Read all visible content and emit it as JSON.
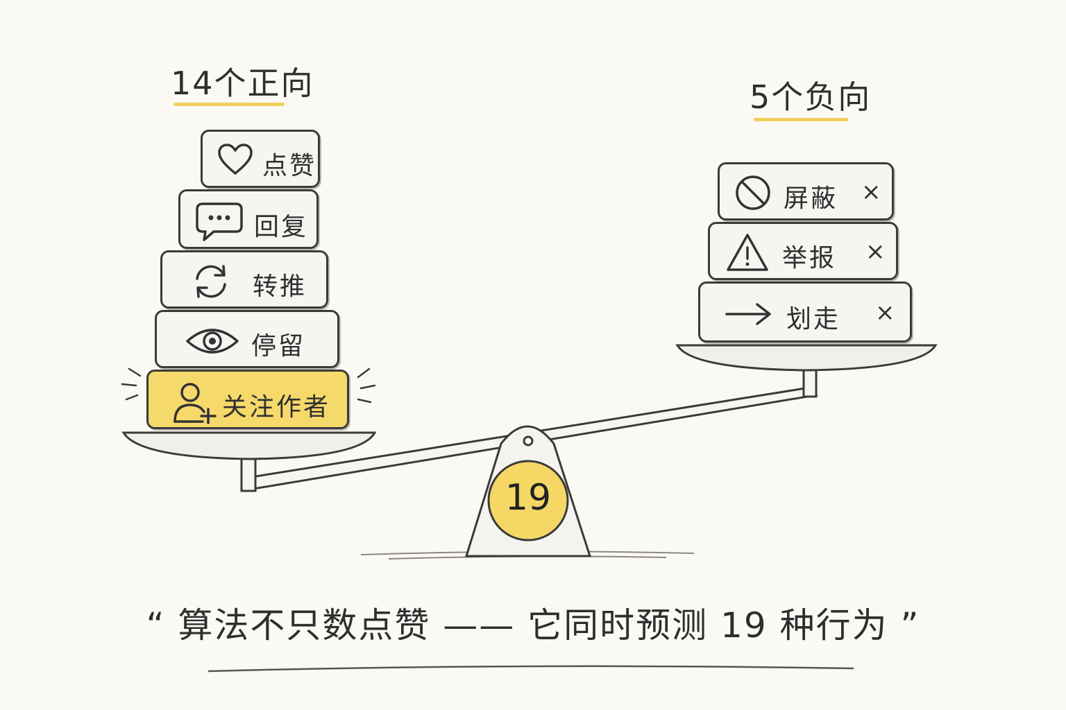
{
  "positive": {
    "label": "14个正向",
    "items": [
      {
        "label": "点赞",
        "icon": "heart-icon"
      },
      {
        "label": "回复",
        "icon": "chat-bubble-icon"
      },
      {
        "label": "转推",
        "icon": "repost-icon"
      },
      {
        "label": "停留",
        "icon": "eye-icon"
      },
      {
        "label": "关注作者",
        "icon": "follow-user-icon",
        "highlight": true
      }
    ]
  },
  "negative": {
    "label": "5个负向",
    "items": [
      {
        "label": "屏蔽",
        "icon": "block-icon",
        "mark": "×"
      },
      {
        "label": "举报",
        "icon": "warning-icon",
        "mark": "×"
      },
      {
        "label": "划走",
        "icon": "arrow-right-icon",
        "mark": "×"
      }
    ]
  },
  "fulcrum": {
    "value": "19"
  },
  "quote": "“ 算法不只数点赞 —— 它同时预测 19 种行为 ”",
  "colors": {
    "accent": "#f2cf5b",
    "highlight": "#f6d96b",
    "ink": "#3a3a3a",
    "background": "#fbf9f4"
  }
}
